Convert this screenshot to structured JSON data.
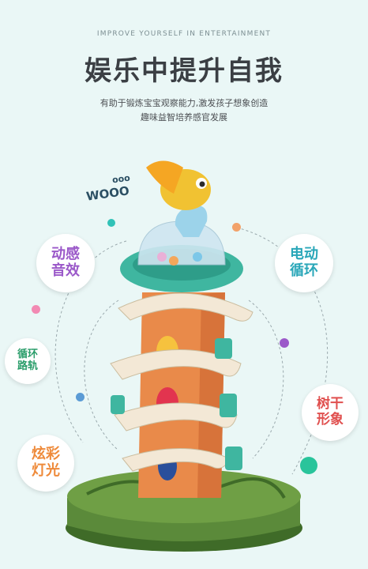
{
  "header": {
    "subtitle_en": "IMPROVE YOURSELF IN ENTERTAINMENT",
    "title_cn": "娱乐中提升自我",
    "desc_line1": "有助于锻炼宝宝观察能力,激发孩子想象创造",
    "desc_line2": "趣味益智培养感官发展"
  },
  "sound_text": {
    "wooo": "WOOO",
    "ooo": "ooo"
  },
  "badges": [
    {
      "line1": "动感",
      "line2": "音效",
      "color": "#9b59c9"
    },
    {
      "line1": "电动",
      "line2": "循环",
      "color": "#2aa7b9"
    },
    {
      "line1": "循环",
      "line2": "路轨",
      "color": "#2a9d6a"
    },
    {
      "line1": "树干",
      "line2": "形象",
      "color": "#e0504f"
    },
    {
      "line1": "炫彩",
      "line2": "灯光",
      "color": "#ee8a3a"
    }
  ],
  "colors": {
    "background": "#eaf7f6",
    "trunk": "#e98a4a",
    "base": "#5b8a3a",
    "track": "#f3e8d6",
    "leaf": "#3fb6a0",
    "duck": "#f1c232"
  }
}
